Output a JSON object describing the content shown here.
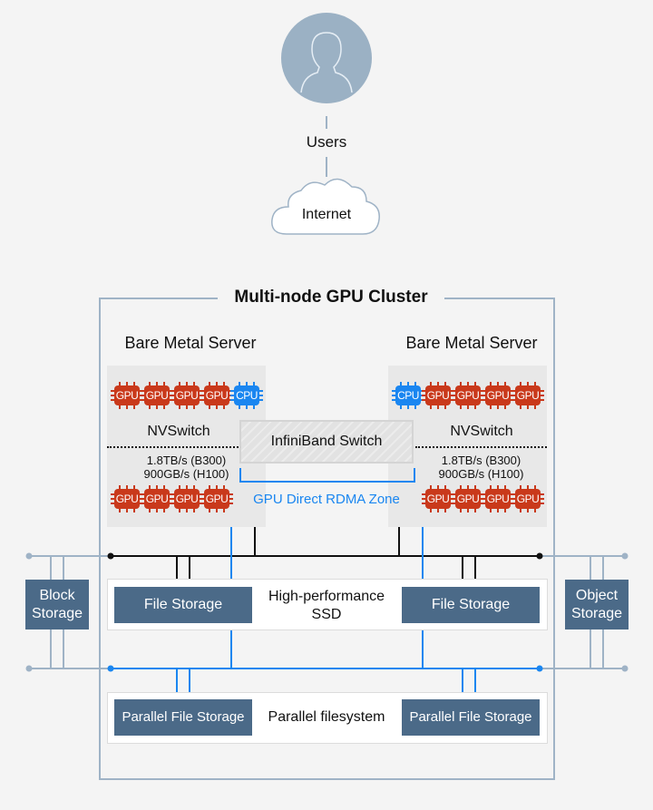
{
  "users": {
    "label": "Users",
    "icon": "user-icon"
  },
  "internet": {
    "label": "Internet",
    "icon": "cloud-icon"
  },
  "cluster": {
    "title": "Multi-node GPU Cluster"
  },
  "servers": [
    {
      "title": "Bare Metal Server",
      "top_chips": [
        "GPU",
        "GPU",
        "GPU",
        "GPU",
        "CPU"
      ],
      "switch_label": "NVSwitch",
      "bandwidth": [
        "1.8TB/s (B300)",
        "900GB/s (H100)"
      ],
      "bottom_chips": [
        "GPU",
        "GPU",
        "GPU",
        "GPU"
      ]
    },
    {
      "title": "Bare Metal Server",
      "top_chips": [
        "CPU",
        "GPU",
        "GPU",
        "GPU",
        "GPU"
      ],
      "switch_label": "NVSwitch",
      "bandwidth": [
        "1.8TB/s (B300)",
        "900GB/s (H100)"
      ],
      "bottom_chips": [
        "GPU",
        "GPU",
        "GPU",
        "GPU"
      ]
    }
  ],
  "infiniband": {
    "label": "InfiniBand Switch"
  },
  "rdma_zone": {
    "label": "GPU Direct RDMA Zone"
  },
  "ssd_tier": {
    "left": "File Storage",
    "center": [
      "High-performance",
      "SSD"
    ],
    "right": "File Storage"
  },
  "parallel_tier": {
    "left": "Parallel File Storage",
    "center": "Parallel filesystem",
    "right": "Parallel File Storage"
  },
  "block_storage": {
    "label": [
      "Block",
      "Storage"
    ]
  },
  "object_storage": {
    "label": [
      "Object",
      "Storage"
    ]
  },
  "colors": {
    "gpu": "#c9391b",
    "cpu": "#1a86f0",
    "storage": "#4b6a88",
    "rdma": "#1a86f0",
    "frame": "#9fb3c6"
  }
}
